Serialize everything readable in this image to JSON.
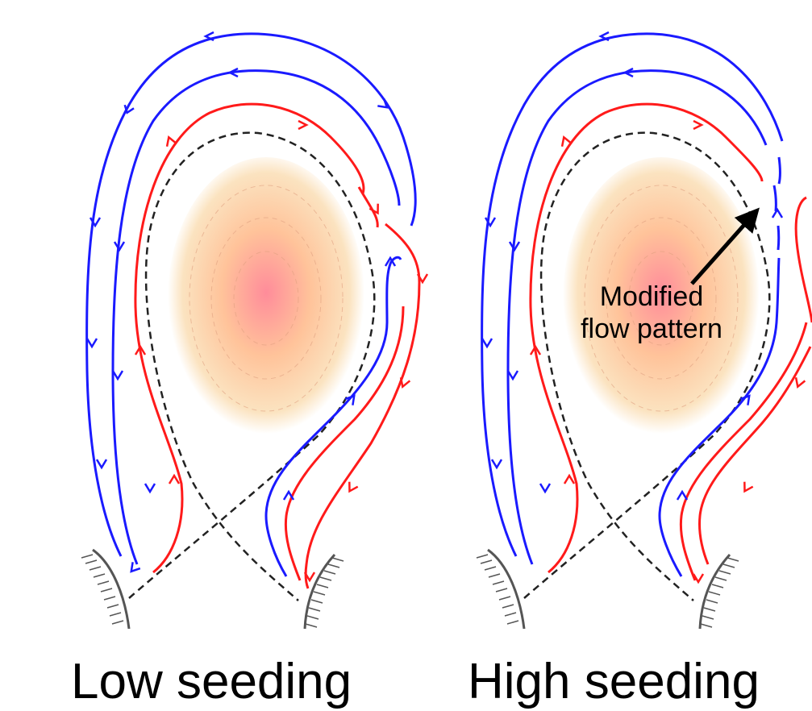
{
  "panels": [
    {
      "id": "low",
      "label": "Low seeding"
    },
    {
      "id": "high",
      "label": "High seeding"
    }
  ],
  "annotation": {
    "line1": "Modified",
    "line2": "flow pattern"
  },
  "colors": {
    "outer_flow": "#1a1aff",
    "inner_flow": "#ff1a1a",
    "separatrix": "#222222",
    "core_center": "#ff8c9a",
    "core_edge": "#fbe3c0",
    "target_plate": "#555555"
  }
}
